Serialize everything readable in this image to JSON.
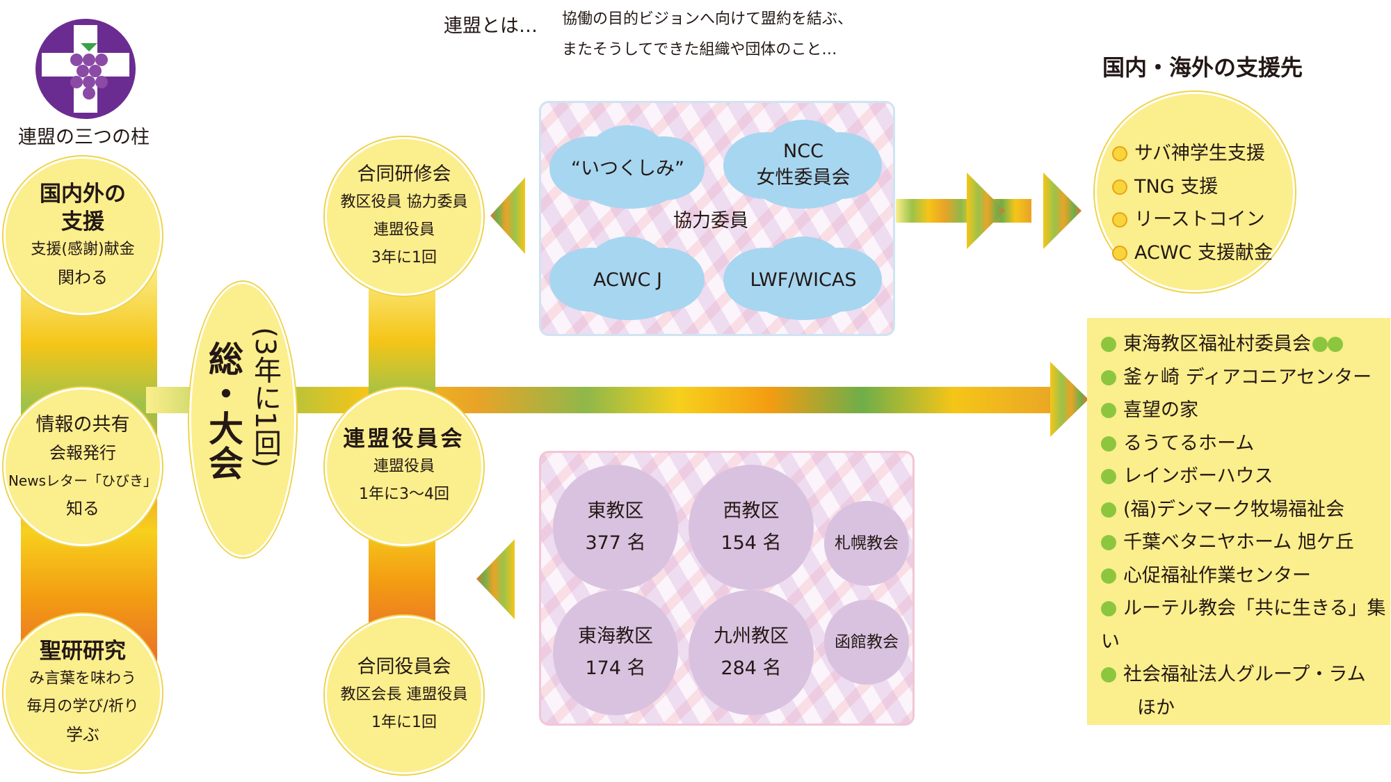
{
  "logo": {
    "label": "logo",
    "colors": {
      "purple": "#6b2c91",
      "grape": "#8a4aa5",
      "leaf": "#3aa04a"
    }
  },
  "pillars": {
    "title": "連盟の三つの柱",
    "support": {
      "title_line1": "国内外の",
      "title_line2": "支援",
      "line1": "支援(感謝)献金",
      "line2": "関わる"
    },
    "info": {
      "title": "情報の共有",
      "line1": "会報発行",
      "line2": "Newsレター「ひびき」",
      "line3": "知る"
    },
    "study": {
      "title": "聖研研究",
      "line1": "み言葉を味わう",
      "line2": "毎月の学び/祈り",
      "line3": "学ぶ"
    }
  },
  "assembly": {
    "title": "総・大会",
    "sub": "(3年に1回)"
  },
  "meetings": {
    "training": {
      "title": "合同研修会",
      "line1": "教区役員 協力委員",
      "line2": "連盟役員",
      "line3": "3年に1回"
    },
    "officers": {
      "title": "連盟役員会",
      "line1": "連盟役員",
      "line2": "1年に3〜4回"
    },
    "joint": {
      "title": "合同役員会",
      "line1": "教区会長 連盟役員",
      "line2": "1年に1回"
    }
  },
  "definition": {
    "label": "連盟とは…",
    "line1": "協働の目的ビジョンへ向けて盟約を結ぶ、",
    "line2": "またそうしてできた組織や団体のこと…"
  },
  "cooperators": {
    "center_label": "協力委員",
    "c1": "“いつくしみ”",
    "c2_line1": "NCC",
    "c2_line2": "女性委員会",
    "c3": "ACWC J",
    "c4": "LWF/WICAS"
  },
  "districts": {
    "east": {
      "name": "東教区",
      "count": "377 名"
    },
    "west": {
      "name": "西教区",
      "count": "154 名"
    },
    "sapporo": "札幌教会",
    "tokai": {
      "name": "東海教区",
      "count": "174 名"
    },
    "kyushu": {
      "name": "九州教区",
      "count": "284 名"
    },
    "hakodate": "函館教会"
  },
  "support_targets": {
    "title": "国内・海外の支援先",
    "abroad": [
      "サバ神学生支援",
      "TNG 支援",
      "リーストコイン",
      "ACWC 支援献金"
    ],
    "domestic_first": "東海教区福祉村委員会",
    "domestic": [
      "釜ヶ崎 ディアコニアセンター",
      "喜望の家",
      "るうてるホーム",
      "レインボーハウス",
      "(福)デンマーク牧場福祉会",
      "千葉ベタニヤホーム 旭ケ丘",
      "心促福祉作業センター",
      "ルーテル教会「共に生きる」集い",
      "社会福祉法人グループ・ラム"
    ],
    "domestic_tail": "ほか"
  },
  "colors": {
    "circle_fill": "#fbee8c",
    "cloud_fill": "#a7d6f0",
    "district_fill": "#d9c2df",
    "bullet_green": "#8cc63f",
    "bullet_orange": "#f8d53a"
  }
}
